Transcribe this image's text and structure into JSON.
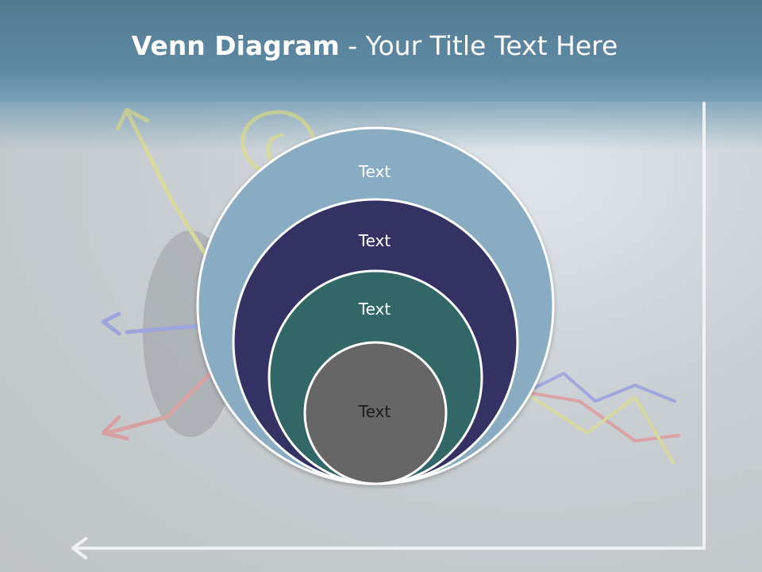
{
  "title": {
    "bold": "Venn Diagram",
    "rest": " - Your Title Text Here"
  },
  "circles": [
    {
      "label": "Text",
      "color": "#89acc2"
    },
    {
      "label": "Text",
      "color": "#343163"
    },
    {
      "label": "Text",
      "color": "#336666"
    },
    {
      "label": "Text",
      "color": "#666666"
    }
  ],
  "colors": {
    "header": "#5f8aa4",
    "outline": "#ffffff"
  }
}
